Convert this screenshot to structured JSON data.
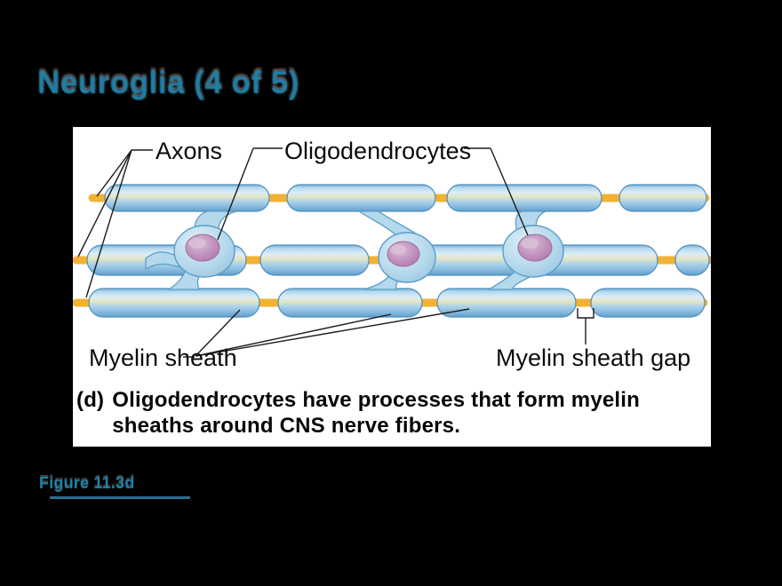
{
  "slide": {
    "title": "Neuroglia (4 of 5)",
    "figure_label": "Figure 11.3d",
    "background_color": "#000000",
    "accent_color": "#1f7ea6"
  },
  "figure": {
    "labels": {
      "axons": "Axons",
      "oligodendrocytes": "Oligodendrocytes",
      "myelin_sheath": "Myelin sheath",
      "myelin_sheath_gap": "Myelin sheath gap"
    },
    "caption": {
      "prefix": "(d)",
      "line1": "Oligodendrocytes have processes that form myelin",
      "line2": "sheaths around CNS nerve fibers."
    },
    "colors": {
      "myelin_sheath_fill": "#a9cfe8",
      "myelin_highlight": "#dcedf7",
      "myelin_shadow": "#61a0ca",
      "axon": "#f2b234",
      "cell_body": "#b5d8ec",
      "nucleus": "#bd8cba",
      "outline": "#4e8fbe"
    }
  }
}
